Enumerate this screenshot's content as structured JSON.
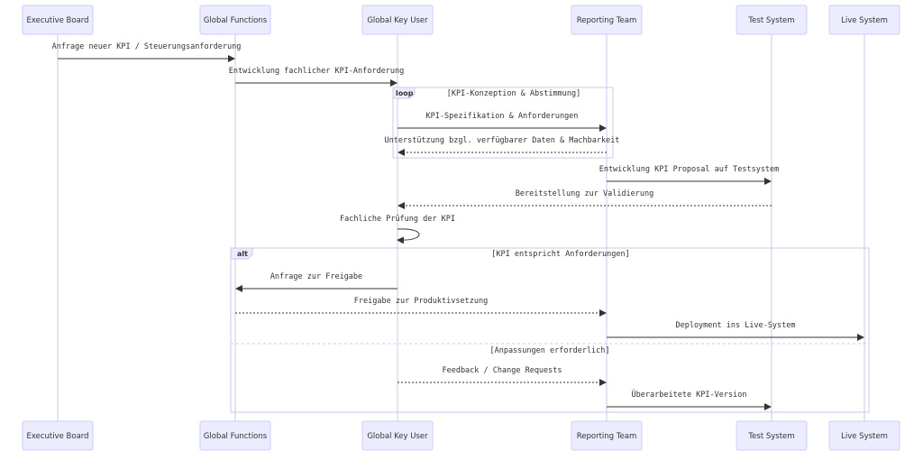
{
  "actors": [
    {
      "id": "eb",
      "label": "Executive Board"
    },
    {
      "id": "gf",
      "label": "Global Functions"
    },
    {
      "id": "gku",
      "label": "Global Key User"
    },
    {
      "id": "rt",
      "label": "Reporting Team"
    },
    {
      "id": "ts",
      "label": "Test System"
    },
    {
      "id": "ls",
      "label": "Live System"
    }
  ],
  "messages": [
    {
      "from": "eb",
      "to": "gf",
      "label": "Anfrage neuer KPI / Steuerungsanforderung",
      "dashed": false
    },
    {
      "from": "gf",
      "to": "gku",
      "label": "Entwicklung fachlicher KPI-Anforderung",
      "dashed": false
    },
    {
      "from": "gku",
      "to": "rt",
      "label": "KPI-Spezifikation & Anforderungen",
      "dashed": false
    },
    {
      "from": "rt",
      "to": "gku",
      "label": "Unterstützung bzgl. verfügbarer Daten & Machbarkeit",
      "dashed": true
    },
    {
      "from": "rt",
      "to": "ts",
      "label": "Entwicklung KPI Proposal auf Testsystem",
      "dashed": false
    },
    {
      "from": "ts",
      "to": "gku",
      "label": "Bereitstellung zur Validierung",
      "dashed": true
    },
    {
      "from": "gku",
      "to": "gku",
      "label": "Fachliche Prüfung der KPI",
      "dashed": false,
      "self": true
    },
    {
      "from": "gku",
      "to": "gf",
      "label": "Anfrage zur Freigabe",
      "dashed": false
    },
    {
      "from": "gf",
      "to": "rt",
      "label": "Freigabe zur Produktivsetzung",
      "dashed": true
    },
    {
      "from": "rt",
      "to": "ls",
      "label": "Deployment ins Live-System",
      "dashed": false
    },
    {
      "from": "gku",
      "to": "rt",
      "label": "Feedback / Change Requests",
      "dashed": true
    },
    {
      "from": "rt",
      "to": "ts",
      "label": "Überarbeitete KPI-Version",
      "dashed": false
    }
  ],
  "loop": {
    "tag": "loop",
    "label": "[KPI-Konzeption & Abstimmung]"
  },
  "alt": {
    "tag": "alt",
    "label": "[KPI entspricht Anforderungen]",
    "else_label": "[Anpassungen erforderlich]"
  },
  "colors": {
    "actor_fill": "#ECECFF",
    "actor_border": "#CCCCFF",
    "lifeline": "#C8C8E8",
    "line": "#333333",
    "frame": "#C8C8E8"
  }
}
